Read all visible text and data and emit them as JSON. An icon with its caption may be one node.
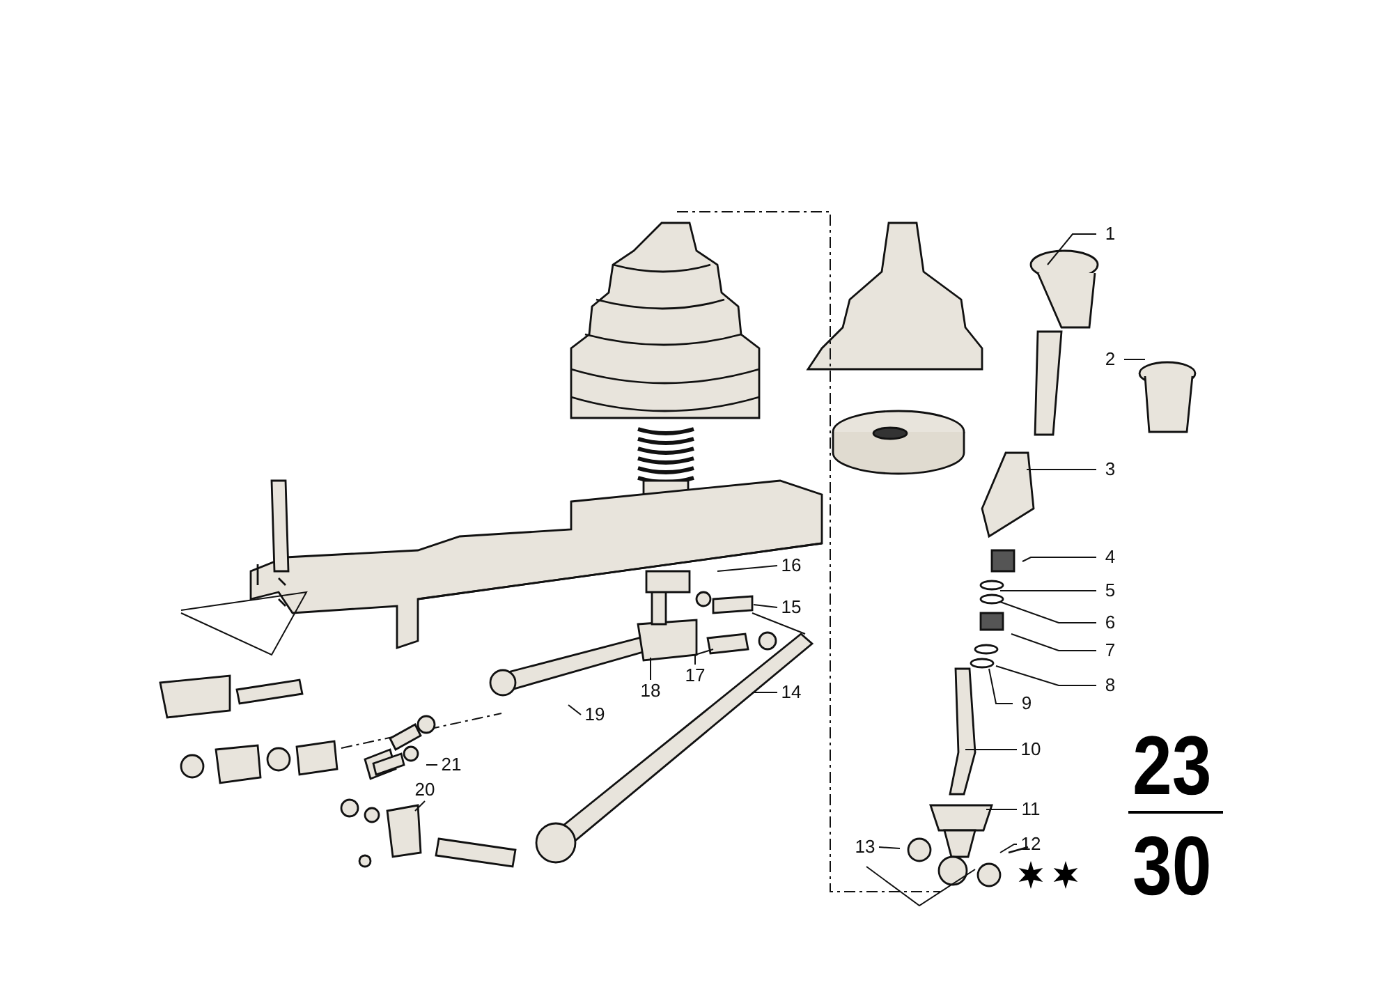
{
  "diagram": {
    "nodes": [
      {
        "text": [
          "1"
        ]
      },
      {
        "text": [
          "2"
        ]
      },
      {
        "text": [
          "3"
        ]
      },
      {
        "text": [
          "4"
        ]
      },
      {
        "text": [
          "5"
        ]
      },
      {
        "text": [
          "6"
        ]
      },
      {
        "text": [
          "7"
        ]
      },
      {
        "text": [
          "8"
        ]
      },
      {
        "text": [
          "9"
        ]
      },
      {
        "text": [
          "10"
        ]
      },
      {
        "text": [
          "11"
        ]
      },
      {
        "text": [
          "12"
        ]
      },
      {
        "text": [
          "13"
        ]
      },
      {
        "text": [
          "14"
        ]
      },
      {
        "text": [
          "15"
        ]
      },
      {
        "text": [
          "16"
        ]
      },
      {
        "text": [
          "17"
        ]
      },
      {
        "text": [
          "18"
        ]
      },
      {
        "text": [
          "19"
        ]
      },
      {
        "text": [
          "20"
        ]
      },
      {
        "text": [
          "21"
        ]
      }
    ],
    "edges": [
      {
        "from": 0,
        "to": null,
        "arrow": "none"
      },
      {
        "from": 1,
        "to": null,
        "arrow": "none"
      },
      {
        "from": 2,
        "to": null,
        "arrow": "none"
      },
      {
        "from": 3,
        "to": null,
        "arrow": "none"
      },
      {
        "from": 4,
        "to": null,
        "arrow": "none"
      },
      {
        "from": 5,
        "to": null,
        "arrow": "none"
      },
      {
        "from": 6,
        "to": null,
        "arrow": "none"
      },
      {
        "from": 7,
        "to": null,
        "arrow": "none"
      },
      {
        "from": 8,
        "to": null,
        "arrow": "none"
      },
      {
        "from": 9,
        "to": null,
        "arrow": "none"
      },
      {
        "from": 10,
        "to": null,
        "arrow": "none"
      },
      {
        "from": 11,
        "to": null,
        "arrow": "none"
      },
      {
        "from": 12,
        "to": null,
        "arrow": "none"
      },
      {
        "from": 13,
        "to": null,
        "arrow": "none"
      },
      {
        "from": 14,
        "to": null,
        "arrow": "none"
      },
      {
        "from": 15,
        "to": null,
        "arrow": "none"
      },
      {
        "from": 16,
        "to": null,
        "arrow": "none"
      },
      {
        "from": 17,
        "to": null,
        "arrow": "none"
      },
      {
        "from": 18,
        "to": null,
        "arrow": "none"
      },
      {
        "from": 19,
        "to": null,
        "arrow": "none"
      },
      {
        "from": 20,
        "to": null,
        "arrow": "none"
      }
    ],
    "labels": [
      "23",
      "30"
    ]
  }
}
